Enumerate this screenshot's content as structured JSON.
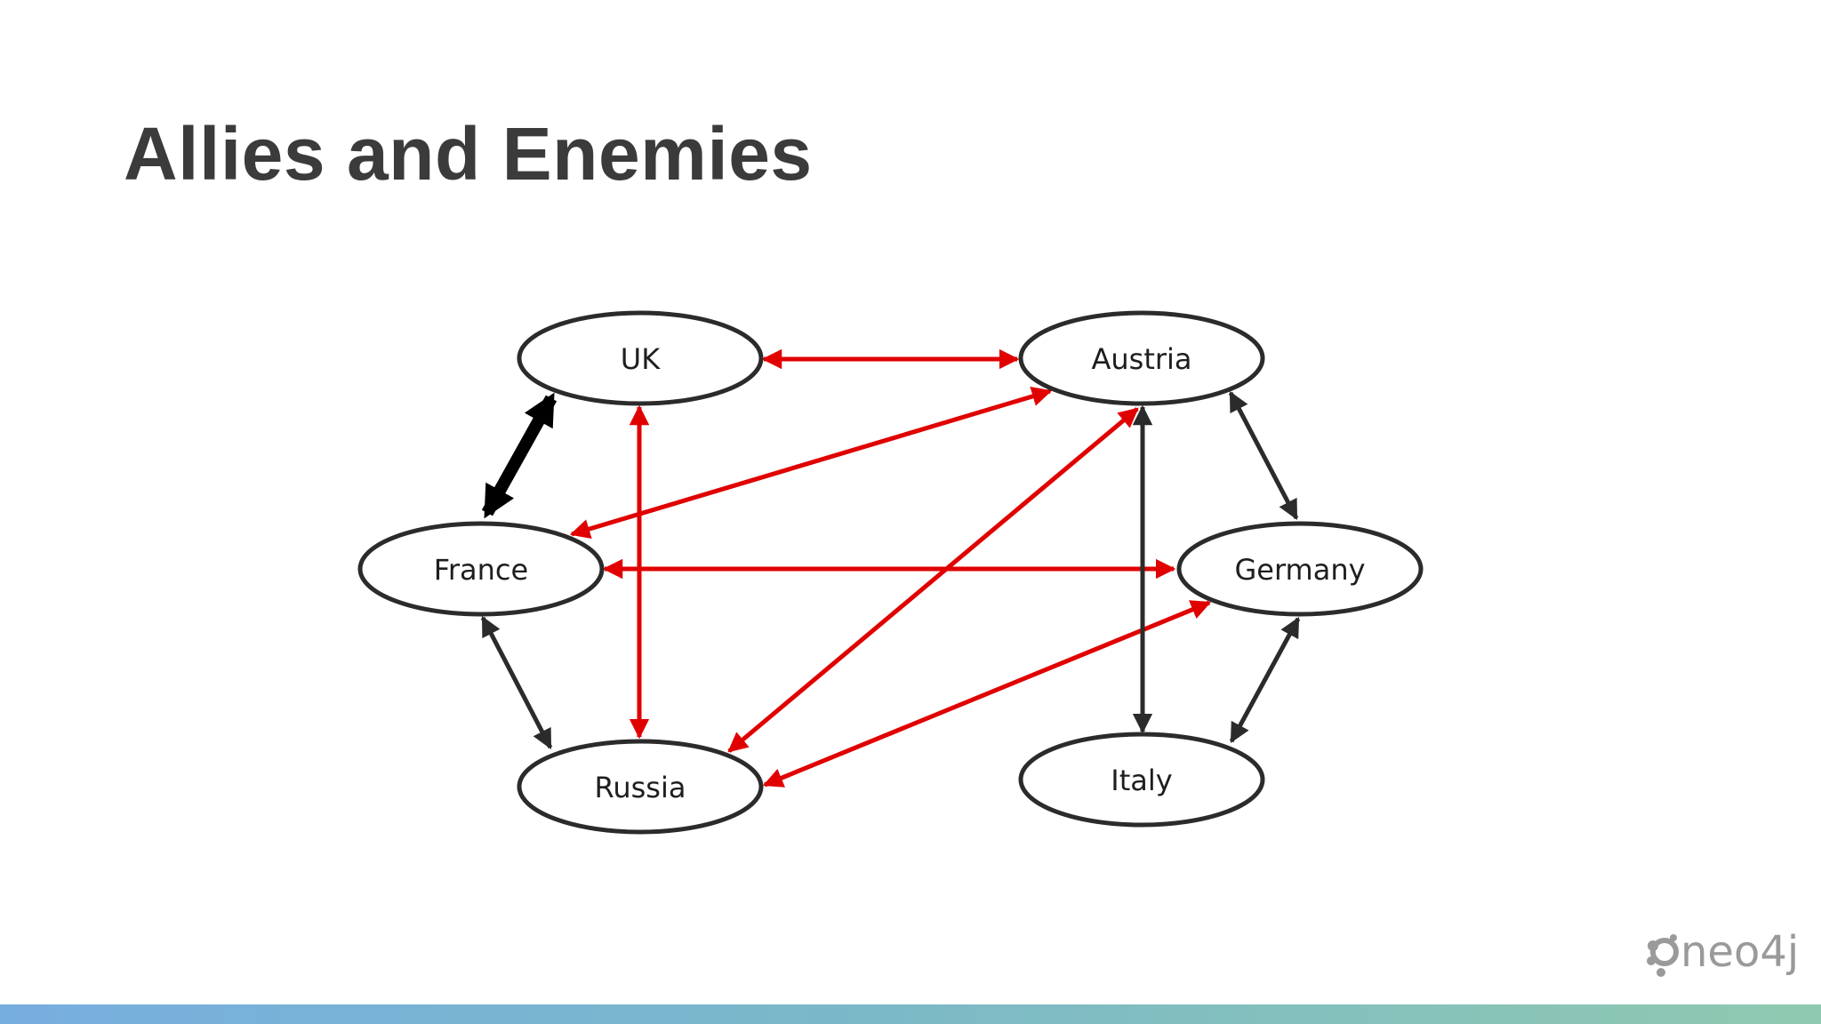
{
  "slide": {
    "title": "Allies and Enemies"
  },
  "diagram": {
    "nodes": [
      {
        "id": "uk",
        "label": "UK"
      },
      {
        "id": "austria",
        "label": "Austria"
      },
      {
        "id": "france",
        "label": "France"
      },
      {
        "id": "germany",
        "label": "Germany"
      },
      {
        "id": "russia",
        "label": "Russia"
      },
      {
        "id": "italy",
        "label": "Italy"
      }
    ],
    "edges": [
      {
        "from": "uk",
        "to": "austria",
        "relation": "enemy",
        "color": "#e00000"
      },
      {
        "from": "uk",
        "to": "russia",
        "relation": "enemy",
        "color": "#e00000"
      },
      {
        "from": "uk",
        "to": "france",
        "relation": "ally-strong",
        "color": "#000000"
      },
      {
        "from": "france",
        "to": "austria",
        "relation": "enemy",
        "color": "#e00000"
      },
      {
        "from": "france",
        "to": "germany",
        "relation": "enemy",
        "color": "#e00000"
      },
      {
        "from": "france",
        "to": "russia",
        "relation": "ally",
        "color": "#2b2b2b"
      },
      {
        "from": "austria",
        "to": "russia",
        "relation": "enemy",
        "color": "#e00000"
      },
      {
        "from": "austria",
        "to": "germany",
        "relation": "ally",
        "color": "#2b2b2b"
      },
      {
        "from": "austria",
        "to": "italy",
        "relation": "ally",
        "color": "#2b2b2b"
      },
      {
        "from": "germany",
        "to": "russia",
        "relation": "enemy",
        "color": "#e00000"
      },
      {
        "from": "germany",
        "to": "italy",
        "relation": "ally",
        "color": "#2b2b2b"
      }
    ],
    "colors": {
      "enemy": "#e00000",
      "ally": "#2b2b2b",
      "node_stroke": "#2b2b2b",
      "node_fill": "#ffffff"
    }
  },
  "logo": {
    "text": "neo4j",
    "icon": "neo4j-graph-icon"
  },
  "footer": {
    "gradient_colors": [
      "#77aee0",
      "#7ab8c9",
      "#8fc9b0"
    ]
  }
}
